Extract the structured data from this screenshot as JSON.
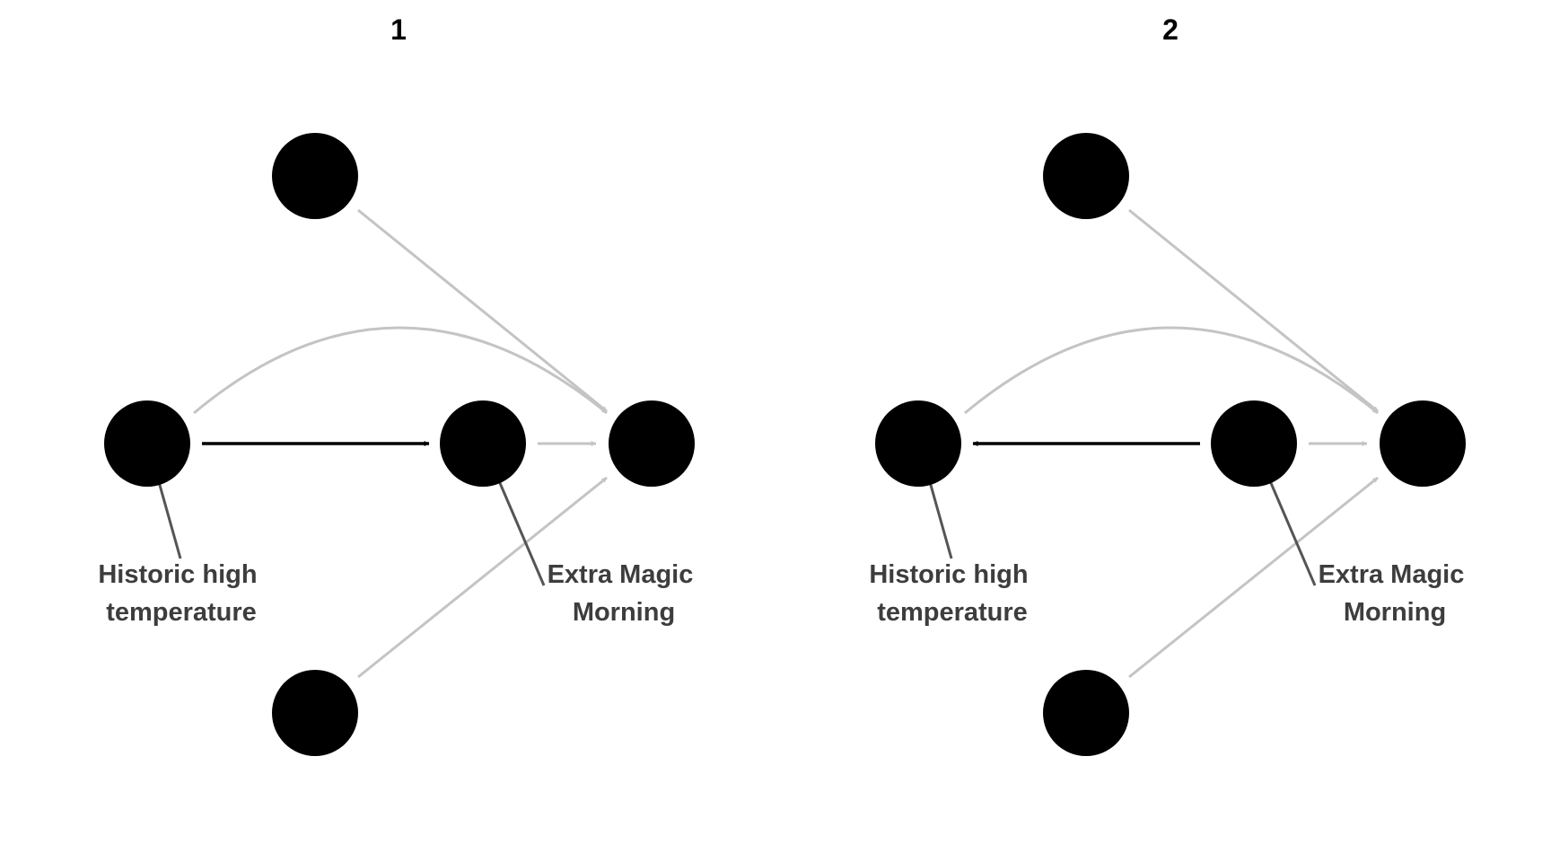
{
  "colors": {
    "node": "#000000",
    "highlight_edge": "#000000",
    "background_edge": "#c4c4c4",
    "leader_line": "#555555",
    "label_text": "#3d3d3d",
    "background": "#ffffff"
  },
  "panels": [
    {
      "title": "1",
      "labels": {
        "historic": [
          "Historic high",
          "temperature"
        ],
        "emm": [
          "Extra Magic",
          "Morning"
        ]
      },
      "highlight_direction": "historic-to-emm"
    },
    {
      "title": "2",
      "labels": {
        "historic": [
          "Historic high",
          "temperature"
        ],
        "emm": [
          "Extra Magic",
          "Morning"
        ]
      },
      "highlight_direction": "emm-to-historic"
    }
  ]
}
